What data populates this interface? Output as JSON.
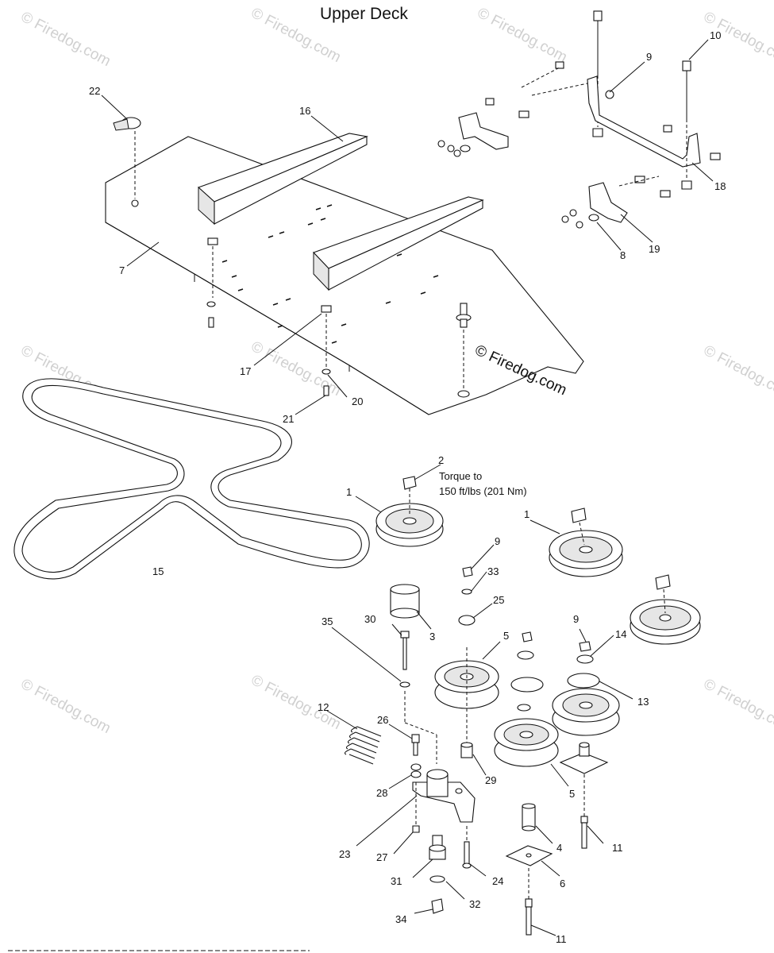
{
  "title": "Upper Deck",
  "torque_note": {
    "line1": "Torque to",
    "line2": "150 ft/lbs (201 Nm)"
  },
  "watermark": {
    "small": "© Firedog.com",
    "center": "© Firedog.com"
  },
  "callouts": {
    "c1a": "1",
    "c1b": "1",
    "c2": "2",
    "c3": "3",
    "c4": "4",
    "c5a": "5",
    "c5b": "5",
    "c6": "6",
    "c7": "7",
    "c8": "8",
    "c9a": "9",
    "c9b": "9",
    "c9c": "9",
    "c10": "10",
    "c11a": "11",
    "c11b": "11",
    "c12": "12",
    "c13": "13",
    "c14": "14",
    "c15": "15",
    "c16": "16",
    "c17": "17",
    "c18": "18",
    "c19": "19",
    "c20": "20",
    "c21": "21",
    "c22": "22",
    "c23": "23",
    "c24": "24",
    "c25": "25",
    "c26": "26",
    "c27": "27",
    "c28": "28",
    "c29": "29",
    "c30": "30",
    "c31": "31",
    "c32": "32",
    "c33": "33",
    "c34": "34",
    "c35": "35"
  }
}
